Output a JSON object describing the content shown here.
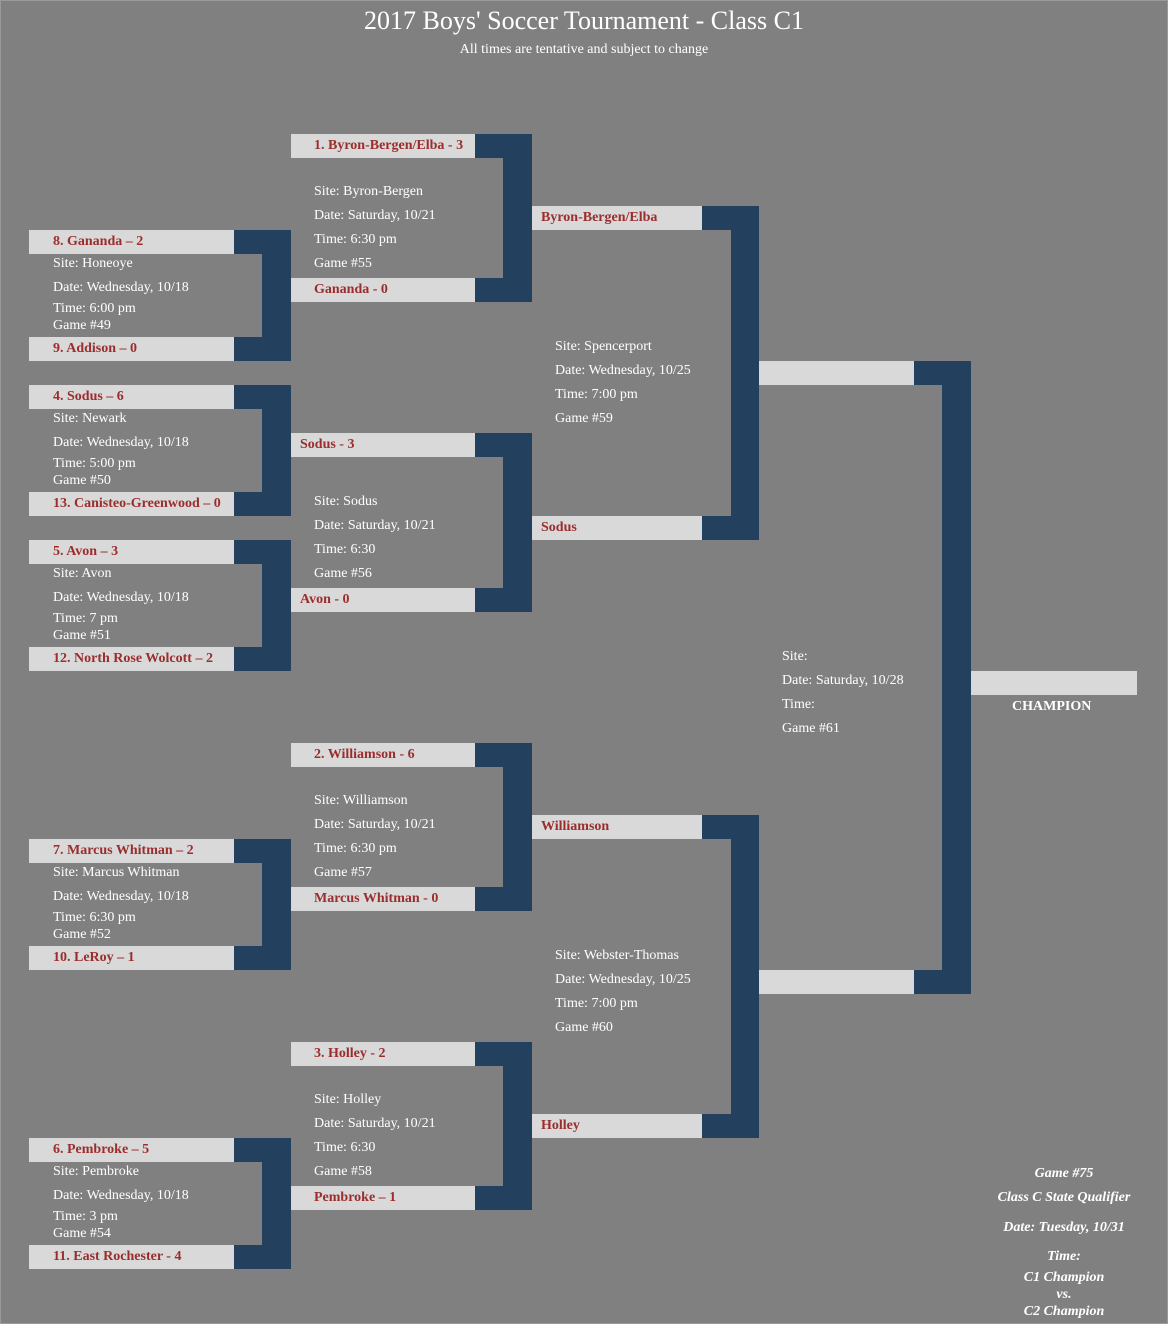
{
  "header": {
    "title": "2017 Boys' Soccer Tournament - Class C1",
    "subtitle": "All times are tentative and subject to change"
  },
  "round1": [
    {
      "top": "8. Gananda – 2",
      "bottom": "9. Addison – 0",
      "site": "Site: Honeoye",
      "date": "Date: Wednesday, 10/18",
      "time": "Time: 6:00 pm",
      "game": "Game #49"
    },
    {
      "top": "4. Sodus – 6",
      "bottom": "13. Canisteo-Greenwood – 0",
      "site": "Site: Newark",
      "date": "Date: Wednesday, 10/18",
      "time": "Time: 5:00 pm",
      "game": "Game #50"
    },
    {
      "top": "5. Avon – 3",
      "bottom": "12. North Rose Wolcott – 2",
      "site": "Site: Avon",
      "date": "Date: Wednesday, 10/18",
      "time": "Time: 7 pm",
      "game": "Game #51"
    },
    {
      "top": "7. Marcus Whitman – 2",
      "bottom": "10. LeRoy – 1",
      "site": "Site: Marcus Whitman",
      "date": "Date: Wednesday, 10/18",
      "time": "Time: 6:30 pm",
      "game": "Game #52"
    },
    {
      "top": "6. Pembroke – 5",
      "bottom": "11. East Rochester - 4",
      "site": "Site: Pembroke",
      "date": "Date: Wednesday, 10/18",
      "time": "Time: 3 pm",
      "game": "Game #54"
    }
  ],
  "round2": [
    {
      "top": "1. Byron-Bergen/Elba - 3",
      "bottom": "Gananda - 0",
      "site": "Site: Byron-Bergen",
      "date": "Date: Saturday, 10/21",
      "time": "Time:  6:30 pm",
      "game": " Game #55"
    },
    {
      "top": "Sodus - 3",
      "bottom": "Avon - 0",
      "site": "Site: Sodus",
      "date": "Date: Saturday, 10/21",
      "time": "Time: 6:30",
      "game": " Game #56"
    },
    {
      "top": "2. Williamson - 6",
      "bottom": "Marcus Whitman - 0",
      "site": "Site: Williamson",
      "date": "Date: Saturday, 10/21",
      "time": "Time: 6:30 pm",
      "game": "Game #57"
    },
    {
      "top": "3. Holley - 2",
      "bottom": "Pembroke – 1",
      "site": "Site: Holley",
      "date": "Date: Saturday, 10/21",
      "time": "Time: 6:30",
      "game": " Game #58"
    }
  ],
  "round3": [
    {
      "top": "Byron-Bergen/Elba",
      "bottom": "Sodus",
      "site": "Site: Spencerport",
      "date": "Date: Wednesday, 10/25",
      "time": "Time: 7:00 pm",
      "game": " Game #59"
    },
    {
      "top": "Williamson",
      "bottom": "Holley",
      "site": "Site: Webster-Thomas",
      "date": "Date: Wednesday, 10/25",
      "time": "Time: 7:00 pm",
      "game": " Game #60"
    }
  ],
  "final": {
    "top": "",
    "bottom": "",
    "site": "Site:",
    "date": "Date: Saturday, 10/28",
    "time": "Time:",
    "game": " Game #61"
  },
  "champion": {
    "slot": "",
    "label": "CHAMPION"
  },
  "state": {
    "game": "Game #75",
    "qualifier": "Class C State Qualifier",
    "date": "Date: Tuesday, 10/31",
    "time": "Time:",
    "team1": "C1 Champion",
    "vs": "vs.",
    "team2": "C2 Champion"
  },
  "colors": {
    "background": "#808080",
    "slot": "#d9d9d9",
    "connector": "#23405f",
    "team_text": "#9b2d2d"
  }
}
